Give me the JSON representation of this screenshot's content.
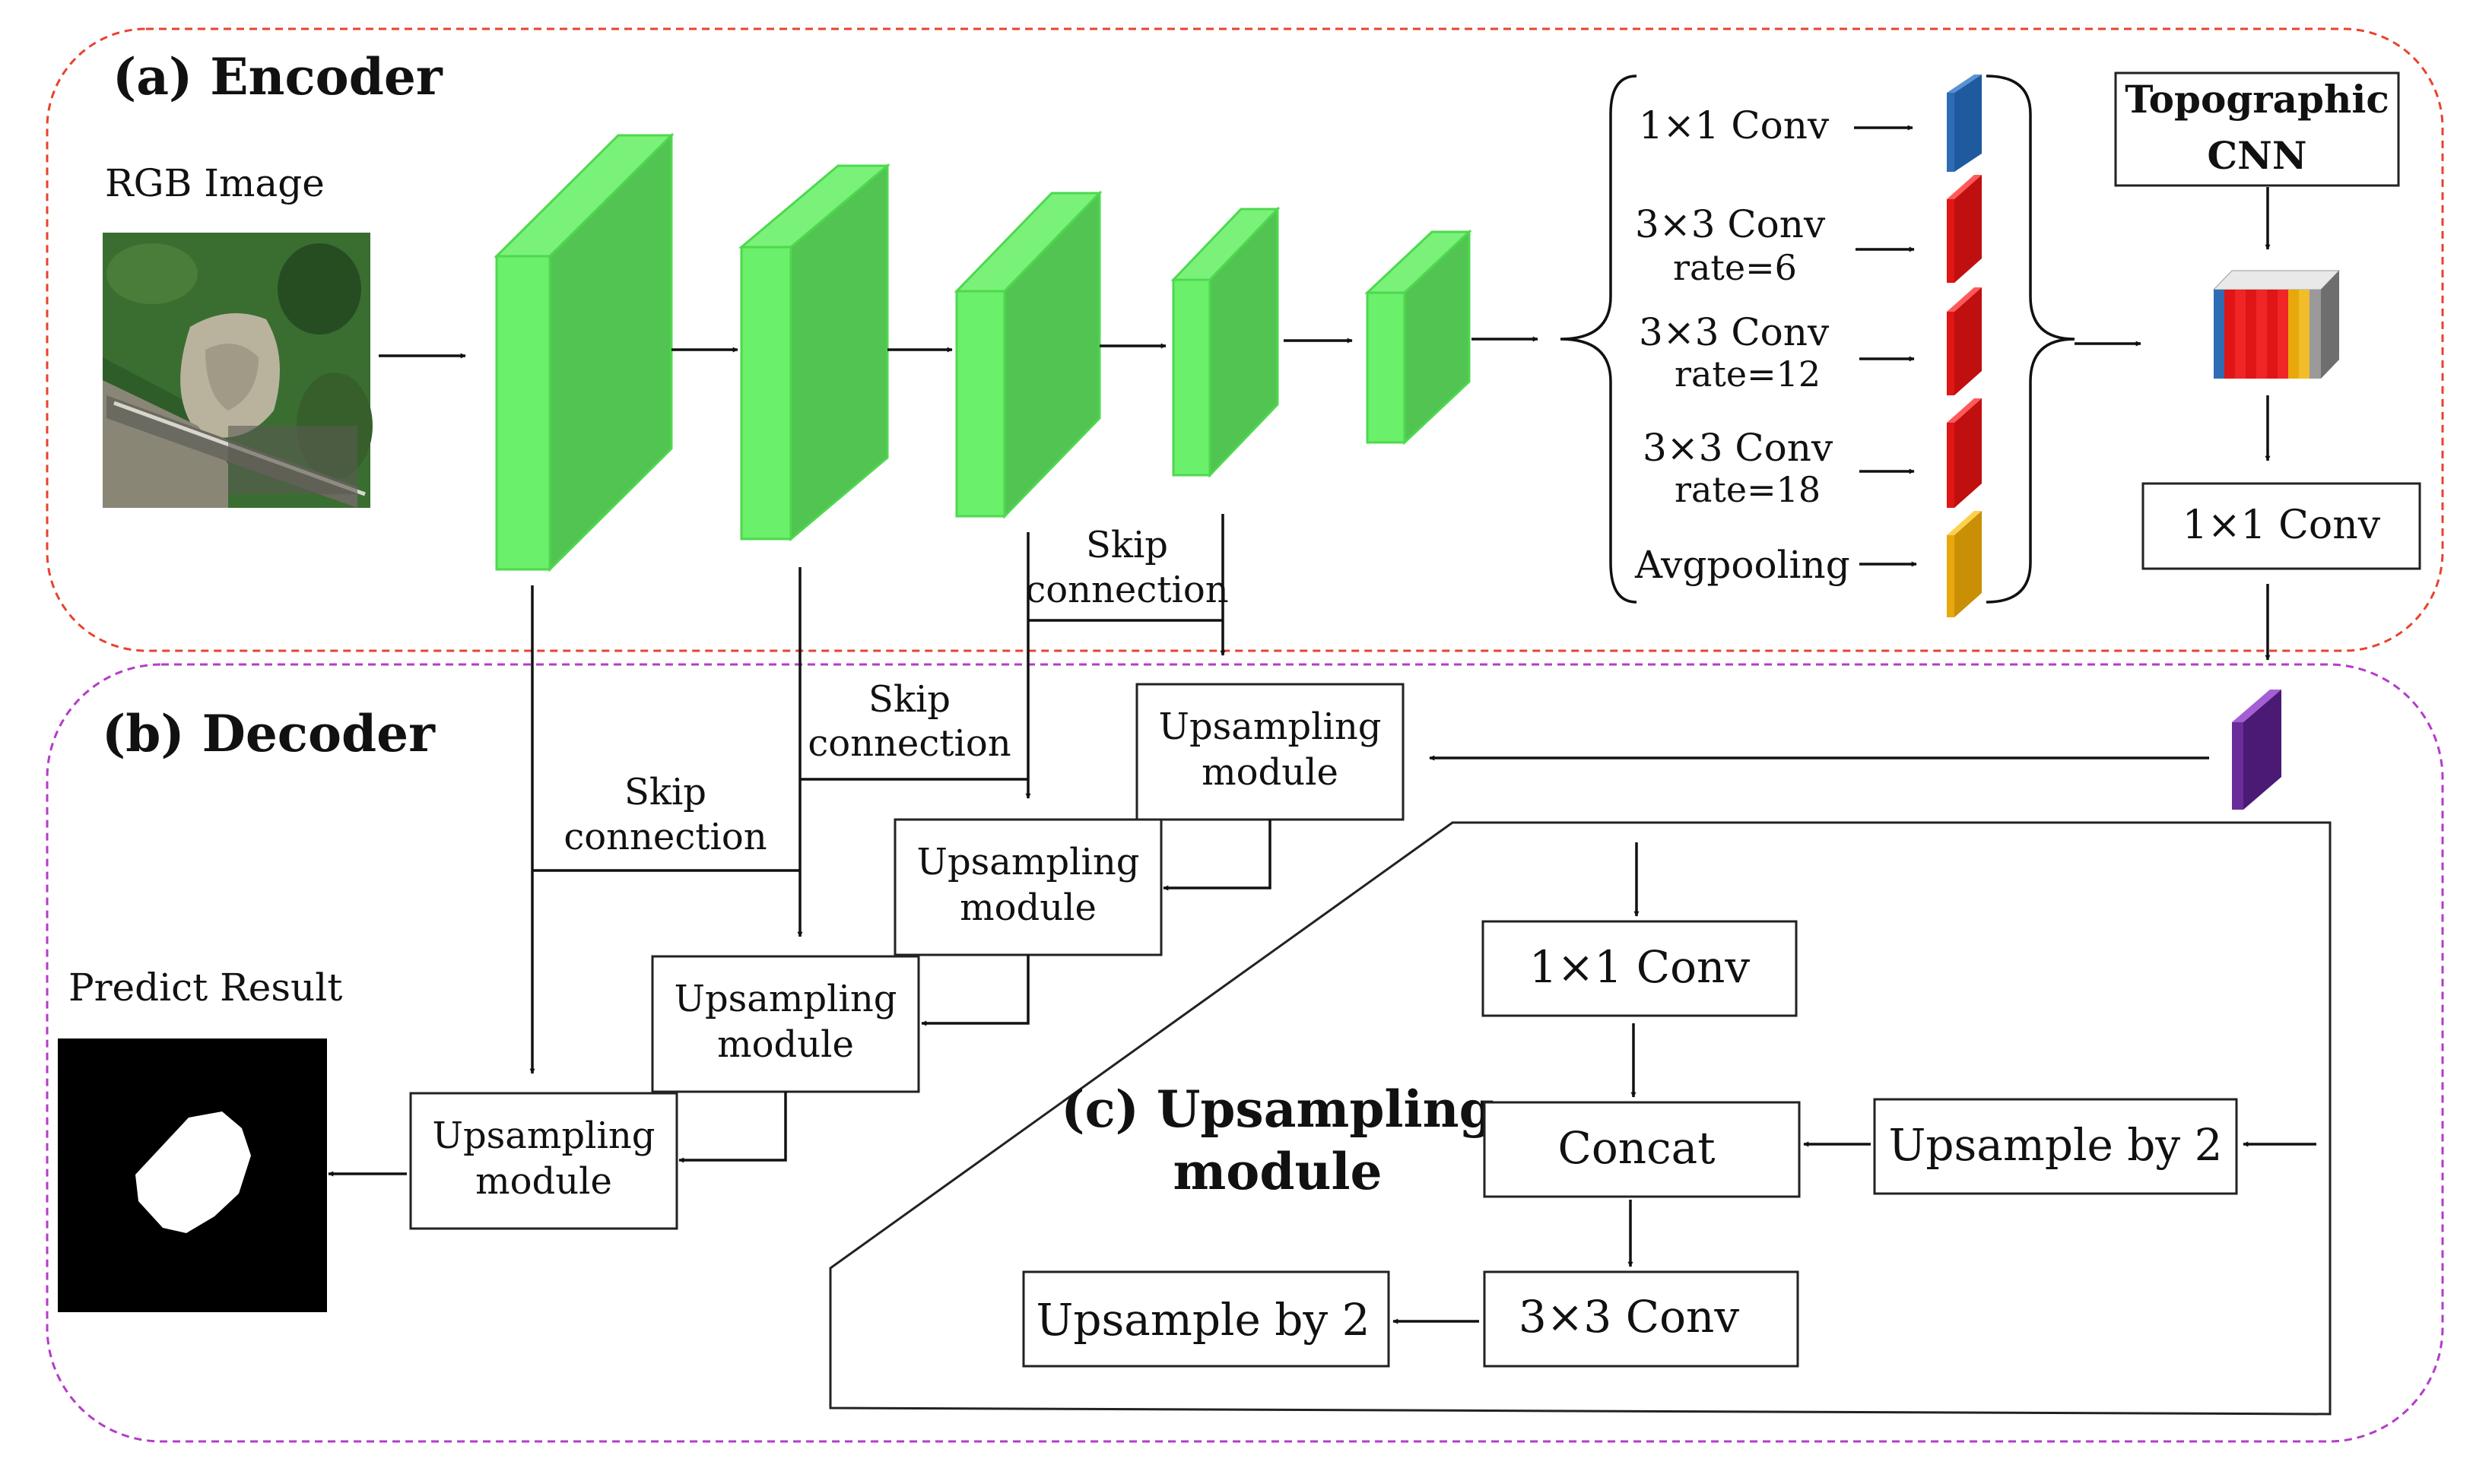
{
  "panels": {
    "encoder": "(a) Encoder",
    "decoder": "(b) Decoder",
    "upsampling_module_line1": "(c) Upsampling",
    "upsampling_module_line2": "module"
  },
  "encoder": {
    "rgb_label": "RGB Image",
    "aspp": [
      {
        "label": "1×1 Conv",
        "rate": ""
      },
      {
        "label": "3×3 Conv",
        "rate": "rate=6"
      },
      {
        "label": "3×3 Conv",
        "rate": "rate=12"
      },
      {
        "label": "3×3 Conv",
        "rate": "rate=18"
      },
      {
        "label": "Avgpooling",
        "rate": ""
      }
    ],
    "topo_line1": "Topographic",
    "topo_line2": "CNN",
    "conv1x1": "1×1 Conv"
  },
  "decoder": {
    "skip_line1": "Skip",
    "skip_line2": "connection",
    "up_line1": "Upsampling",
    "up_line2": "module",
    "predict_label": "Predict Result"
  },
  "module": {
    "conv1x1": "1×1 Conv",
    "concat": "Concat",
    "upsample_in": "Upsample by 2",
    "conv3x3": "3×3 Conv",
    "upsample_out": "Upsample by 2"
  },
  "colors": {
    "encoder_block": "#5ed65e",
    "conv1x1_feature": "#2e6db5",
    "atrous_feature": "#e01515",
    "pool_feature": "#e8a80c",
    "output_feature": "#6a2c9a",
    "encoder_border": "#e8432f",
    "decoder_border": "#b43cc8"
  }
}
